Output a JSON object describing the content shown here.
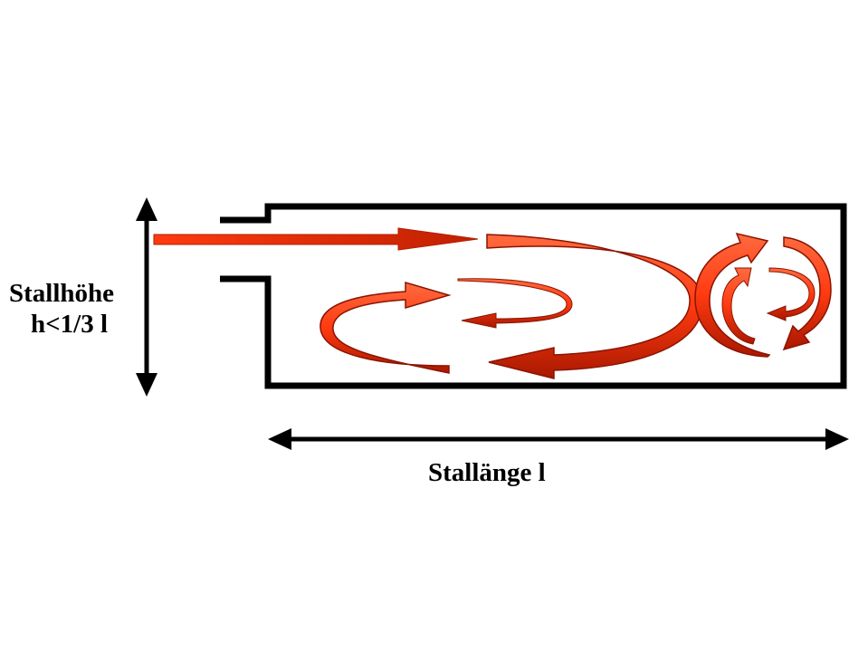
{
  "labels": {
    "height_title": "Stallhöhe",
    "height_condition": "h<1/3 l",
    "length": "Stallänge l"
  },
  "colors": {
    "outline": "#000000",
    "flow_fill": "#ff3a10",
    "flow_dark": "#a81800",
    "flow_light": "#ff6a40"
  },
  "icons": {
    "inlet_airflow": "straight-arrow-right",
    "circulation": "curved-arrow",
    "dimension": "double-headed-arrow"
  }
}
